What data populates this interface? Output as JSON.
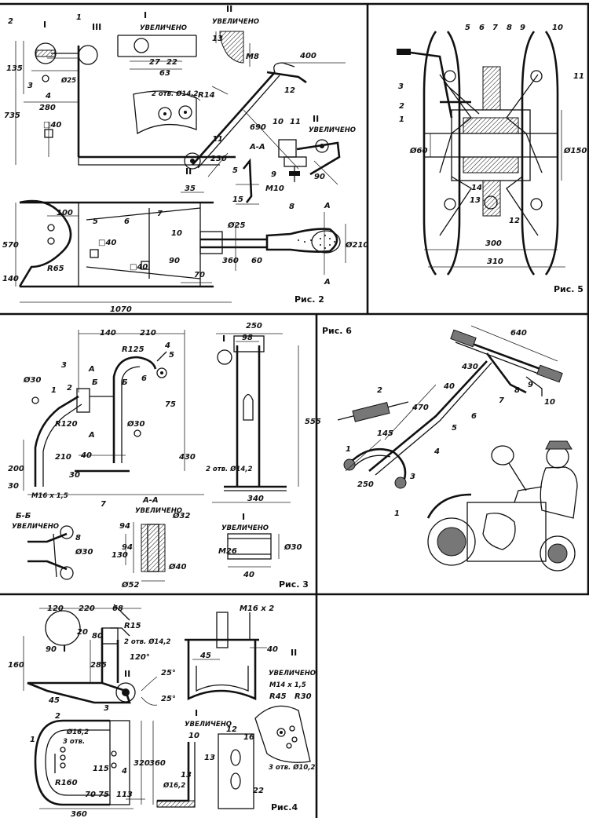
{
  "fig2": {
    "caption": "Рис. 2",
    "detail_I": "I",
    "detail_II_header": "II",
    "uvel_1": "УВЕЛИЧЕНО",
    "uvel_2": "УВЕЛИЧЕНО",
    "uvel_3": "УВЕЛИЧЕНО",
    "section_aa": "А-А",
    "holes": "2 отв. Ø14,2",
    "r14": "R14",
    "d25": "Ø25",
    "sq40a": "□40",
    "sq40b": "□40",
    "sq40c": "□40",
    "m10": "M10",
    "m8": "M8",
    "r65": "R65",
    "d210": "Ø210",
    "d25b": "Ø25",
    "roman_I": "I",
    "roman_II": "II",
    "roman_III": "III",
    "roman_II_b": "II",
    "roman_II_c": "II",
    "A1": "А",
    "A2": "А",
    "dims": [
      "135",
      "735",
      "280",
      "63",
      "27",
      "22",
      "13",
      "400",
      "690",
      "230",
      "35",
      "5",
      "15",
      "90",
      "100",
      "570",
      "140",
      "10",
      "90",
      "360",
      "60",
      "70",
      "1070"
    ],
    "parts": [
      "1",
      "2",
      "3",
      "4",
      "5",
      "6",
      "7",
      "8",
      "9",
      "10",
      "11",
      "12"
    ]
  },
  "fig5": {
    "caption": "Рис. 5",
    "d60": "Ø60",
    "d150": "Ø150",
    "dims": [
      "300",
      "310"
    ],
    "parts": [
      "5",
      "6",
      "7",
      "8",
      "9",
      "10",
      "3",
      "11",
      "2",
      "1",
      "14",
      "13",
      "12"
    ]
  },
  "fig3": {
    "caption": "Рис. 3",
    "detail_I": "I",
    "uvel_1": "УВЕЛИЧЕНО",
    "uvel_2": "УВЕЛИЧЕНО",
    "uvel_3": "УВЕЛИЧЕНО",
    "section_aa": "А-А",
    "section_bb": "Б-Б",
    "d30a": "Ø30",
    "d30b": "Ø30",
    "d30c": "Ø30",
    "d30d": "Ø30",
    "d32": "Ø32",
    "d40": "Ø40",
    "d52": "Ø52",
    "r125": "R125",
    "r120": "R120",
    "m16": "M16 x 1,5",
    "m26": "M26",
    "holes": "2 отв. Ø14,2",
    "A1": "А",
    "A2": "А",
    "B1": "Б",
    "B2": "Б",
    "dims": [
      "140",
      "210",
      "75",
      "430",
      "210",
      "40",
      "30",
      "200",
      "30",
      "250",
      "98",
      "555",
      "340",
      "94",
      "130",
      "94",
      "40"
    ],
    "parts": [
      "1",
      "3",
      "4",
      "5",
      "6",
      "7",
      "8",
      "2"
    ]
  },
  "fig6": {
    "caption": "Рис. 6",
    "dims": [
      "640",
      "430",
      "40",
      "470",
      "145",
      "250"
    ],
    "parts": [
      "2",
      "1",
      "3",
      "4",
      "5",
      "6",
      "7",
      "8",
      "9",
      "10",
      "1"
    ]
  },
  "fig4": {
    "caption": "Рис.4",
    "detail_I": "I",
    "detail_II": "II",
    "uvel_1": "УВЕЛИЧЕНО",
    "uvel_2": "УВЕЛИЧЕНО",
    "m16x2": "M16 x 2",
    "m14": "M14 x 1,5",
    "r15": "R15",
    "r45": "R45",
    "r30": "R30",
    "r160": "R160",
    "holes": "2 отв. Ø14,2",
    "d162": "Ø16,2",
    "holes3": "3 отв.",
    "holes3b": "3 отв. Ø10,2",
    "d162b": "Ø16,2",
    "ang120": "120°",
    "ang25a": "25°",
    "ang25b": "25°",
    "dims": [
      "120",
      "220",
      "68",
      "20",
      "80",
      "90",
      "285",
      "160",
      "45",
      "45",
      "40",
      "320",
      "360",
      "115",
      "70",
      "75",
      "113",
      "360",
      "10",
      "12",
      "16",
      "13",
      "13",
      "22"
    ],
    "parts": [
      "1",
      "2",
      "3",
      "4"
    ]
  }
}
